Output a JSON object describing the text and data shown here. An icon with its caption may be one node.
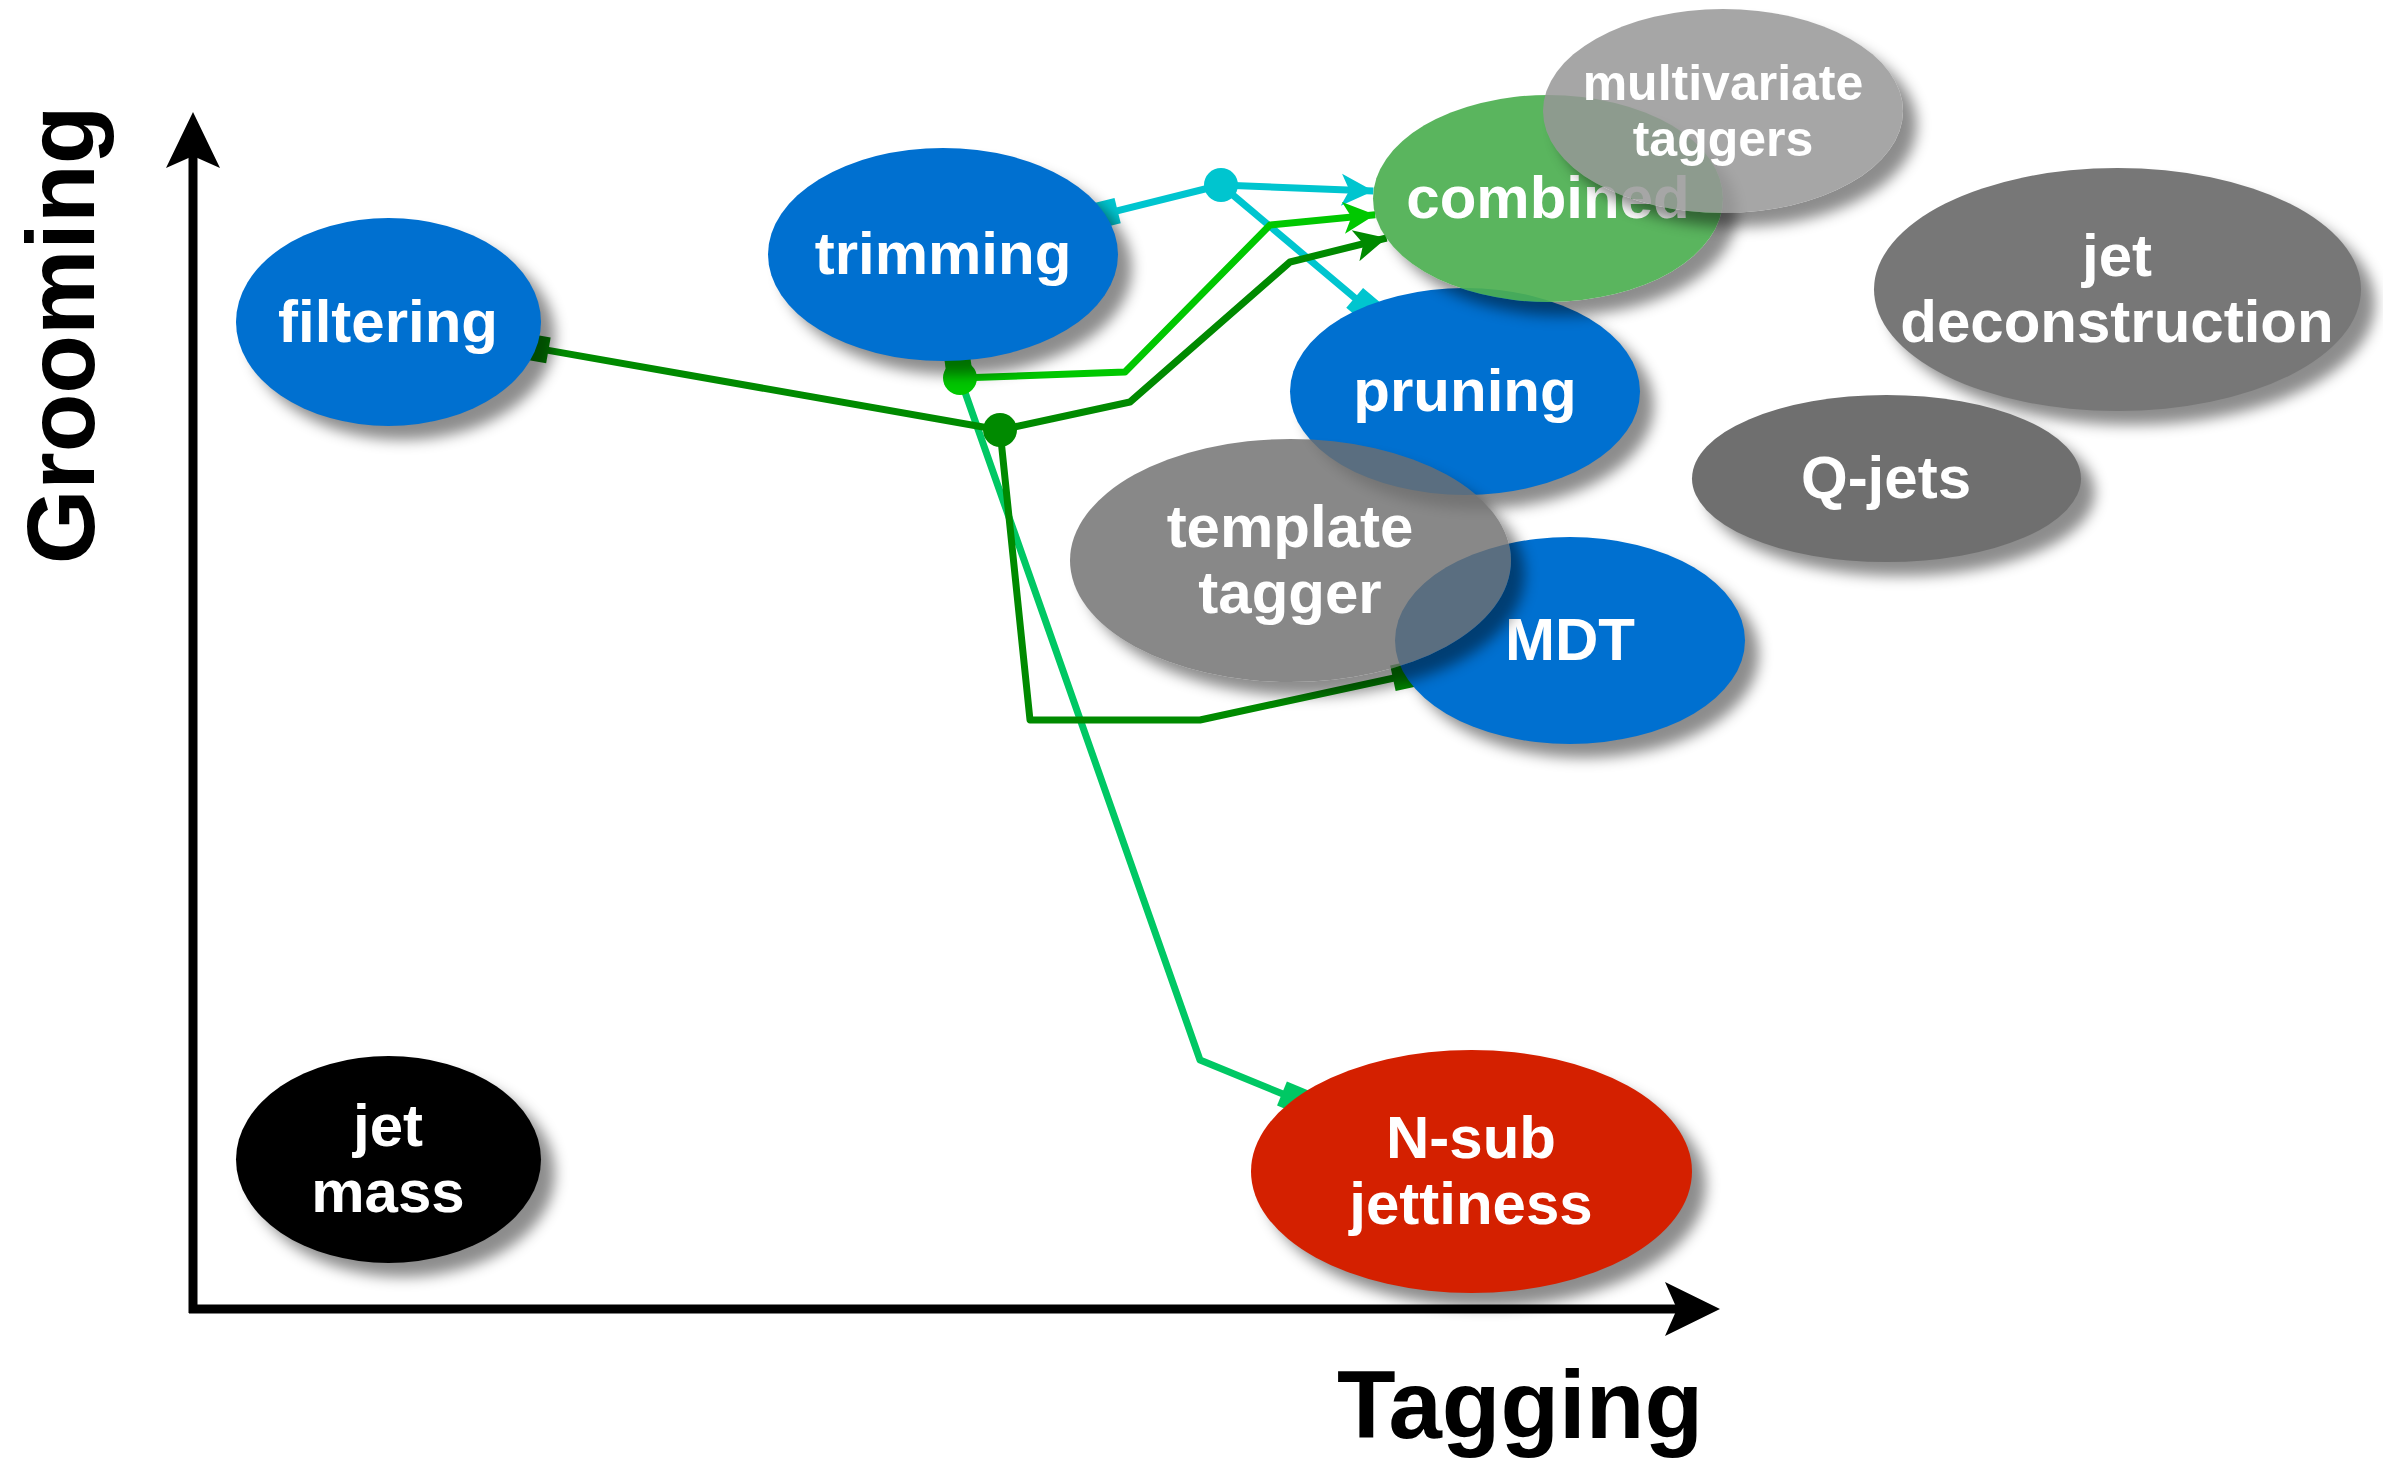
{
  "diagram": {
    "nodes": [
      {
        "text": [
          "filtering"
        ]
      },
      {
        "text": [
          "trimming"
        ]
      },
      {
        "text": [
          "combined"
        ]
      },
      {
        "text": [
          "multivariate taggers"
        ]
      },
      {
        "text": [
          "jet deconstruction"
        ]
      },
      {
        "text": [
          "pruning"
        ]
      },
      {
        "text": [
          "template tagger"
        ]
      },
      {
        "text": [
          "Q-jets"
        ]
      },
      {
        "text": [
          "MDT"
        ]
      },
      {
        "text": [
          "jet mass"
        ]
      },
      {
        "text": [
          "N-sub jettiness"
        ]
      }
    ],
    "edges": [
      {
        "from": 1,
        "to": 2,
        "arrow": "to",
        "color": "#00c5cf"
      },
      {
        "from": 5,
        "to": 2,
        "arrow": "to",
        "color": "#00c5cf"
      },
      {
        "from": 1,
        "to": 2,
        "arrow": "to",
        "color": "#00c800"
      },
      {
        "from": 10,
        "to": 2,
        "arrow": "to",
        "color": "#00c864"
      },
      {
        "from": 0,
        "to": 2,
        "arrow": "to",
        "color": "#008a00"
      },
      {
        "from": 8,
        "to": 2,
        "arrow": "to",
        "color": "#008a00"
      }
    ],
    "labels": [
      "Grooming",
      "Tagging"
    ]
  }
}
